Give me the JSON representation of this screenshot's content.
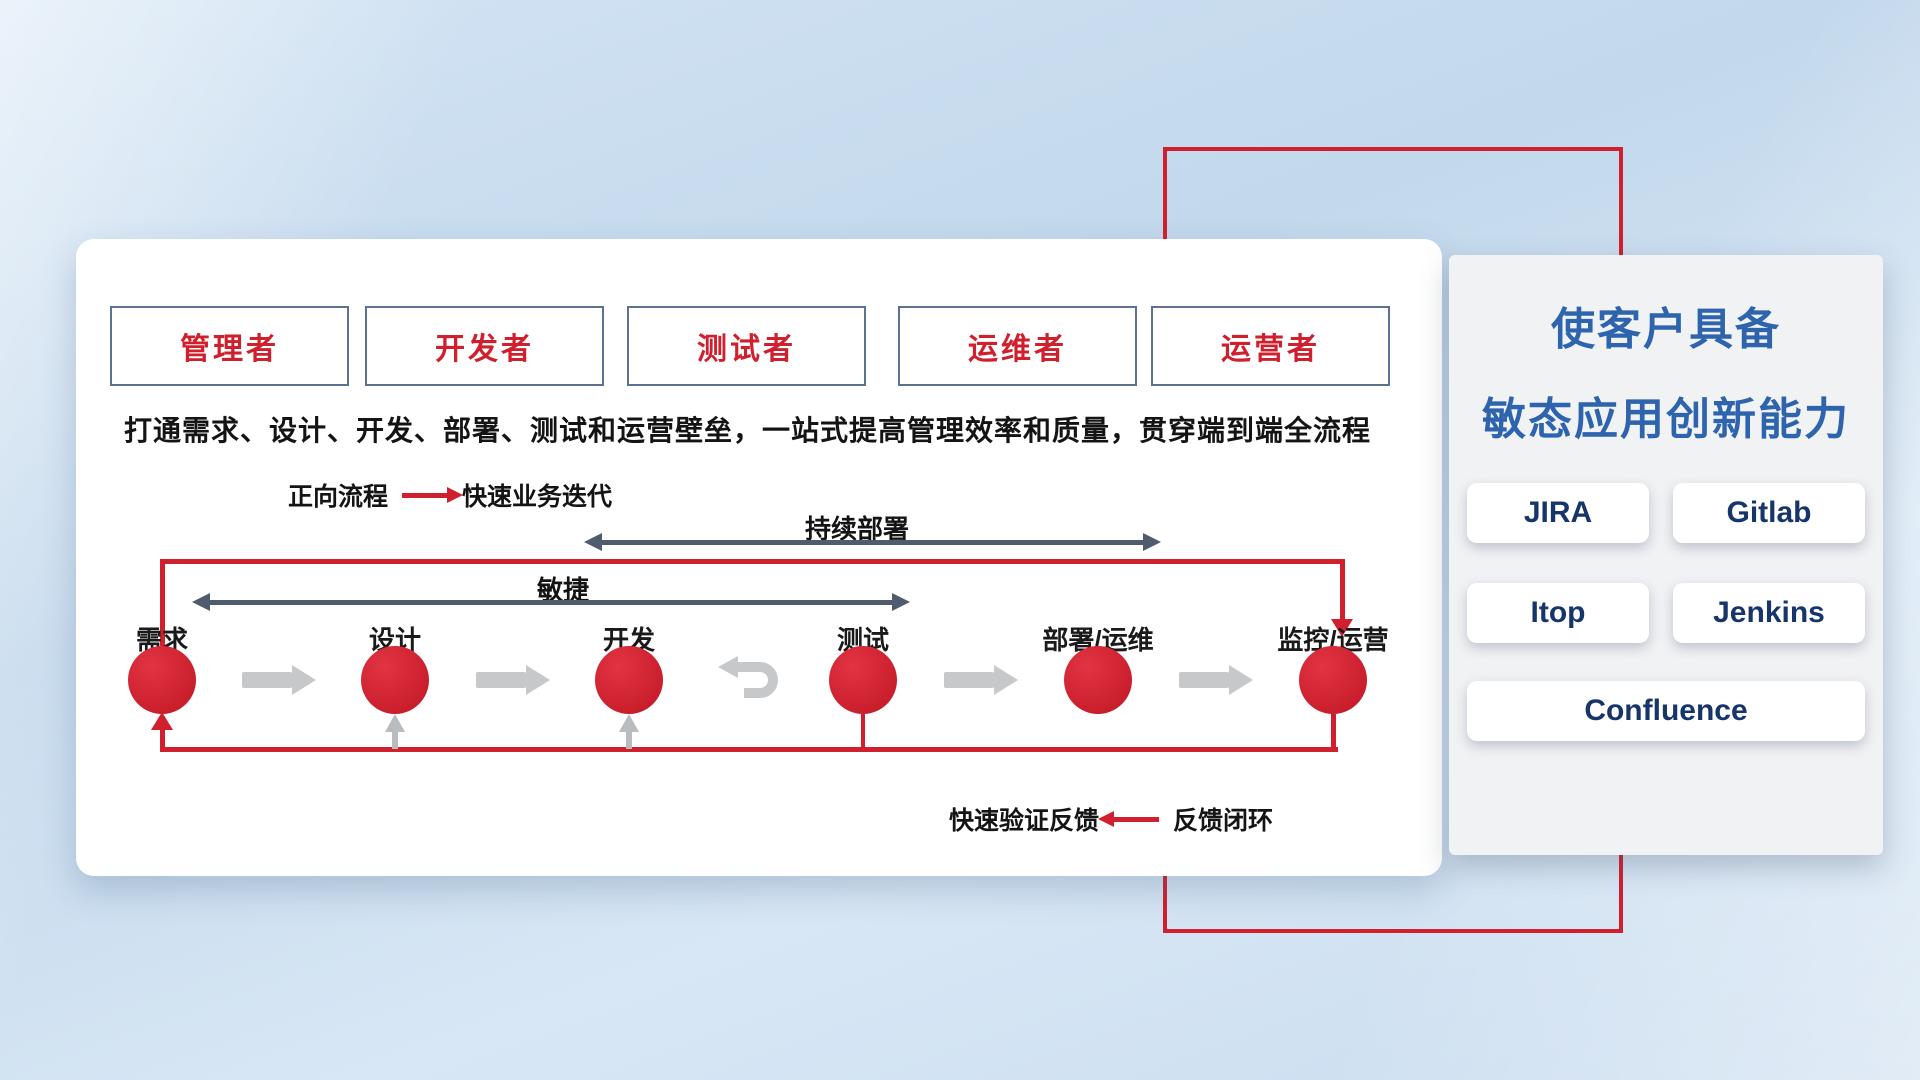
{
  "page": {
    "roles": [
      "管理者",
      "开发者",
      "测试者",
      "运维者",
      "运营者"
    ],
    "description": "打通需求、设计、开发、部署、测试和运营壁垒，一站式提高管理效率和质量，贯穿端到端全流程",
    "forward_legend": {
      "label": "正向流程",
      "value": "快速业务迭代"
    },
    "feedback_legend": {
      "label": "快速验证反馈",
      "value": "反馈闭环"
    },
    "span_arrows": {
      "continuous_deployment": "持续部署",
      "agile": "敏捷"
    },
    "stages": [
      "需求",
      "设计",
      "开发",
      "测试",
      "部署/运维",
      "监控/运营"
    ],
    "side_panel": {
      "title_line1": "使客户具备",
      "title_line2": "敏态应用创新能力",
      "tools": [
        "JIRA",
        "Gitlab",
        "Itop",
        "Jenkins",
        "Confluence"
      ]
    },
    "colors": {
      "accent_red": "#d0202e",
      "title_blue": "#2e64ad",
      "tool_text": "#16356b",
      "dark_arrow": "#4e5c6d",
      "gray_arrow": "#c6c8ca"
    }
  }
}
